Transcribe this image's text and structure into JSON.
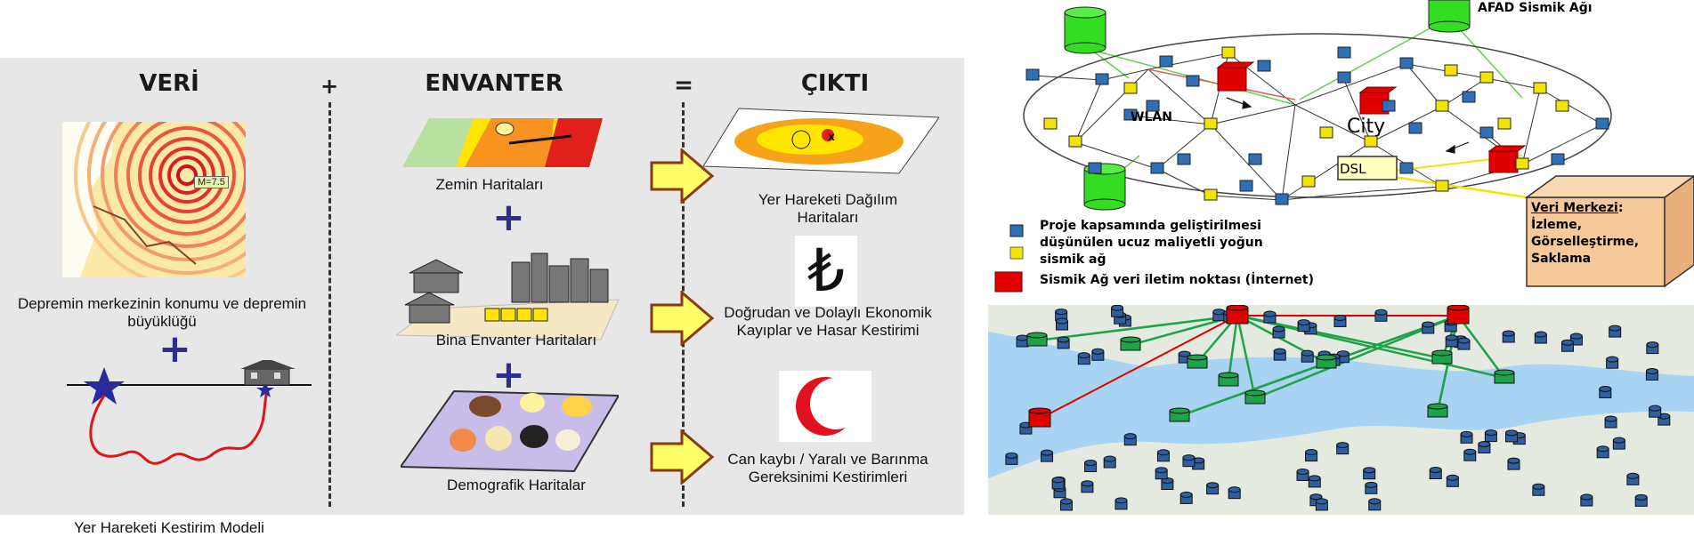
{
  "left_diagram": {
    "headers": {
      "veri": "VERİ",
      "plus": "+",
      "envanter": "ENVANTER",
      "equals": "=",
      "cikti": "ÇIKTI"
    },
    "map_label": "M=7.5",
    "veri_caption": "Depremin merkezinin konumu ve depremin büyüklüğü",
    "veri_model_caption": "Yer Hareketi Kestirim Modeli",
    "envanter_captions": [
      "Zemin Haritaları",
      "Bina Envanter Haritaları",
      "Demografik Haritalar"
    ],
    "cikti_captions": [
      "Yer Hareketi Dağılım Haritaları",
      "Doğrudan ve Dolaylı Ekonomik Kayıplar ve Hasar Kestirimi",
      "Can kaybı / Yaralı ve Barınma Gereksinimi Kestirimleri"
    ],
    "currency_symbol": "₺",
    "ground_map_marker": "x"
  },
  "network_diagram": {
    "afad_label": "AFAD Sismik Ağı",
    "wlan_label": "WLAN",
    "city_label": "City",
    "dsl_label": "DSL",
    "data_center": {
      "title": "Veri Merkezi",
      "suffix": ":",
      "lines": [
        "İzleme,",
        "Görselleştirme,",
        "Saklama"
      ]
    },
    "legend": [
      {
        "icon": "blue-sensor-icon",
        "text": "Proje kapsamında geliştirilmesi düşünülen ucuz maliyetli yoğun sismik ağ"
      },
      {
        "icon": "yellow-sensor-icon",
        "text": ""
      },
      {
        "icon": "red-node-icon",
        "text": "Sismik Ağ veri iletim noktası (İnternet)"
      }
    ]
  },
  "colors": {
    "panel_bg": "#e7e7e7",
    "blue_sensor": "#2f6fb5",
    "yellow_sensor": "#f2e600",
    "red_node": "#e00000",
    "green_db": "#33dd22",
    "data_center_fill": "#f6c99a",
    "sea": "#a8d3f2",
    "map_land": "#e4eadf"
  }
}
